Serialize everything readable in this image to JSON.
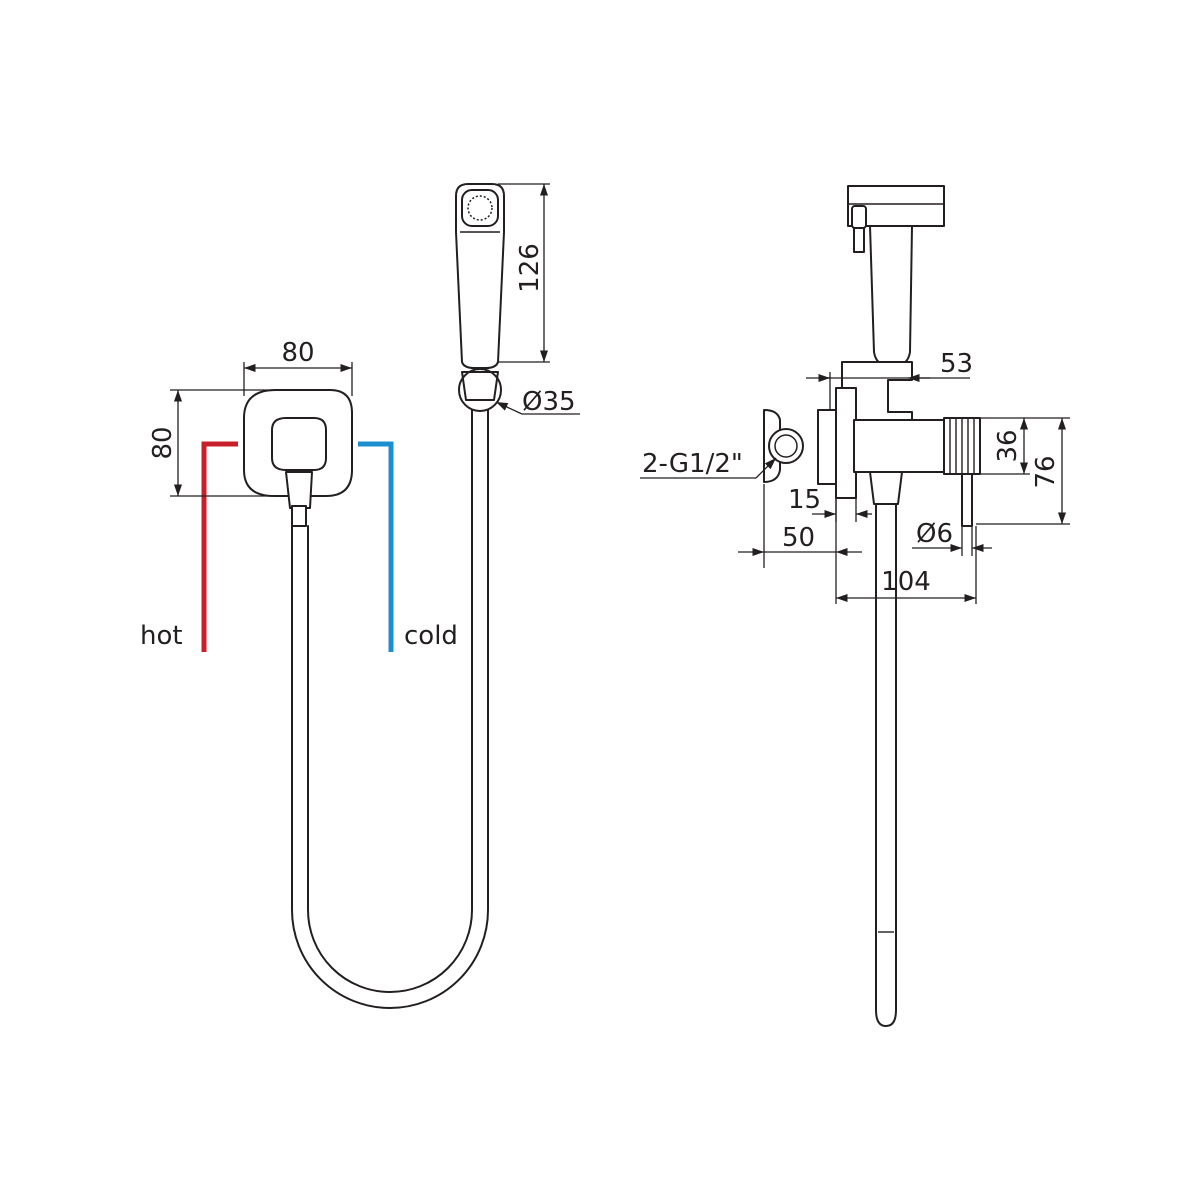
{
  "colors": {
    "hot": "#c8202a",
    "cold": "#1c8fd1",
    "line": "#231f20"
  },
  "labels": {
    "hot": "hot",
    "cold": "cold",
    "connection": "2-G1/2\""
  },
  "dimensions": {
    "front_width": "80",
    "front_height": "80",
    "handshower_length": "126",
    "holder_diameter": "Ø35",
    "side_depth": "53",
    "thread_36": "36",
    "height_76": "76",
    "plate_15": "15",
    "depth_50": "50",
    "hose_diameter": "Ø6",
    "total_104": "104"
  }
}
